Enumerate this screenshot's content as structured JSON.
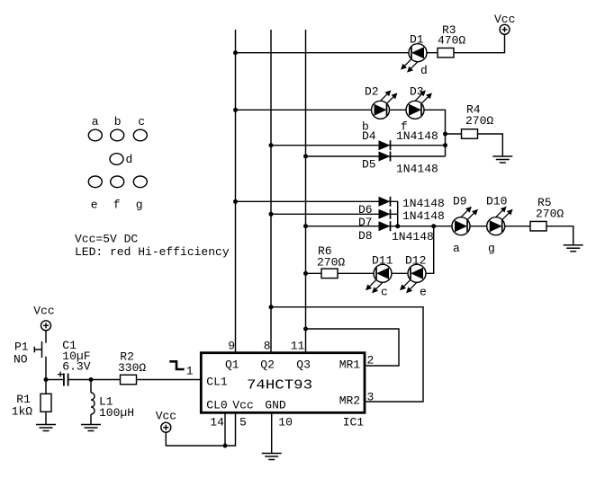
{
  "power": {
    "vcc": "Vcc"
  },
  "notes": [
    "Vcc=5V DC",
    "LED: red Hi-efficiency"
  ],
  "display": {
    "letters_top": [
      "a",
      "b",
      "c"
    ],
    "letter_mid": "d",
    "letters_bottom": [
      "e",
      "f",
      "g"
    ]
  },
  "parts": {
    "d1": {
      "ref": "D1",
      "segment": "d"
    },
    "d2": {
      "ref": "D2",
      "segment": "b"
    },
    "d3": {
      "ref": "D3",
      "segment": "f"
    },
    "d4": {
      "ref": "D4",
      "part": "1N4148"
    },
    "d5": {
      "ref": "D5",
      "part": "1N4148"
    },
    "d6": {
      "ref": "D6",
      "part": "1N4148"
    },
    "d7": {
      "ref": "D7",
      "part": "1N4148"
    },
    "d8": {
      "ref": "D8",
      "part": "1N4148"
    },
    "d9": {
      "ref": "D9",
      "segment": "a"
    },
    "d10": {
      "ref": "D10",
      "segment": "g"
    },
    "d11": {
      "ref": "D11",
      "segment": "c"
    },
    "d12": {
      "ref": "D12",
      "segment": "e"
    },
    "r1": {
      "ref": "R1",
      "value": "1kΩ"
    },
    "r2": {
      "ref": "R2",
      "value": "330Ω"
    },
    "r3": {
      "ref": "R3",
      "value": "470Ω"
    },
    "r4": {
      "ref": "R4",
      "value": "270Ω"
    },
    "r5": {
      "ref": "R5",
      "value": "270Ω"
    },
    "r6": {
      "ref": "R6",
      "value": "270Ω"
    },
    "c1": {
      "ref": "C1",
      "value": "10µF",
      "voltage": "6.3V",
      "polarity": "+"
    },
    "l1": {
      "ref": "L1",
      "value": "100µH"
    },
    "p1": {
      "ref": "P1",
      "type": "NO"
    }
  },
  "ic": {
    "ref": "IC1",
    "part": "74HCT93",
    "pin_numbers": {
      "q1": "9",
      "q2": "8",
      "q3": "11",
      "mr1": "2",
      "mr2": "3",
      "cl1": "1",
      "cl0": "14",
      "vcc": "5",
      "gnd": "10"
    },
    "pin_labels": {
      "q1": "Q1",
      "q2": "Q2",
      "q3": "Q3",
      "mr1": "MR1",
      "mr2": "MR2",
      "cl1": "CL1",
      "cl0": "CL0",
      "vcc": "Vcc",
      "gnd": "GND"
    }
  }
}
